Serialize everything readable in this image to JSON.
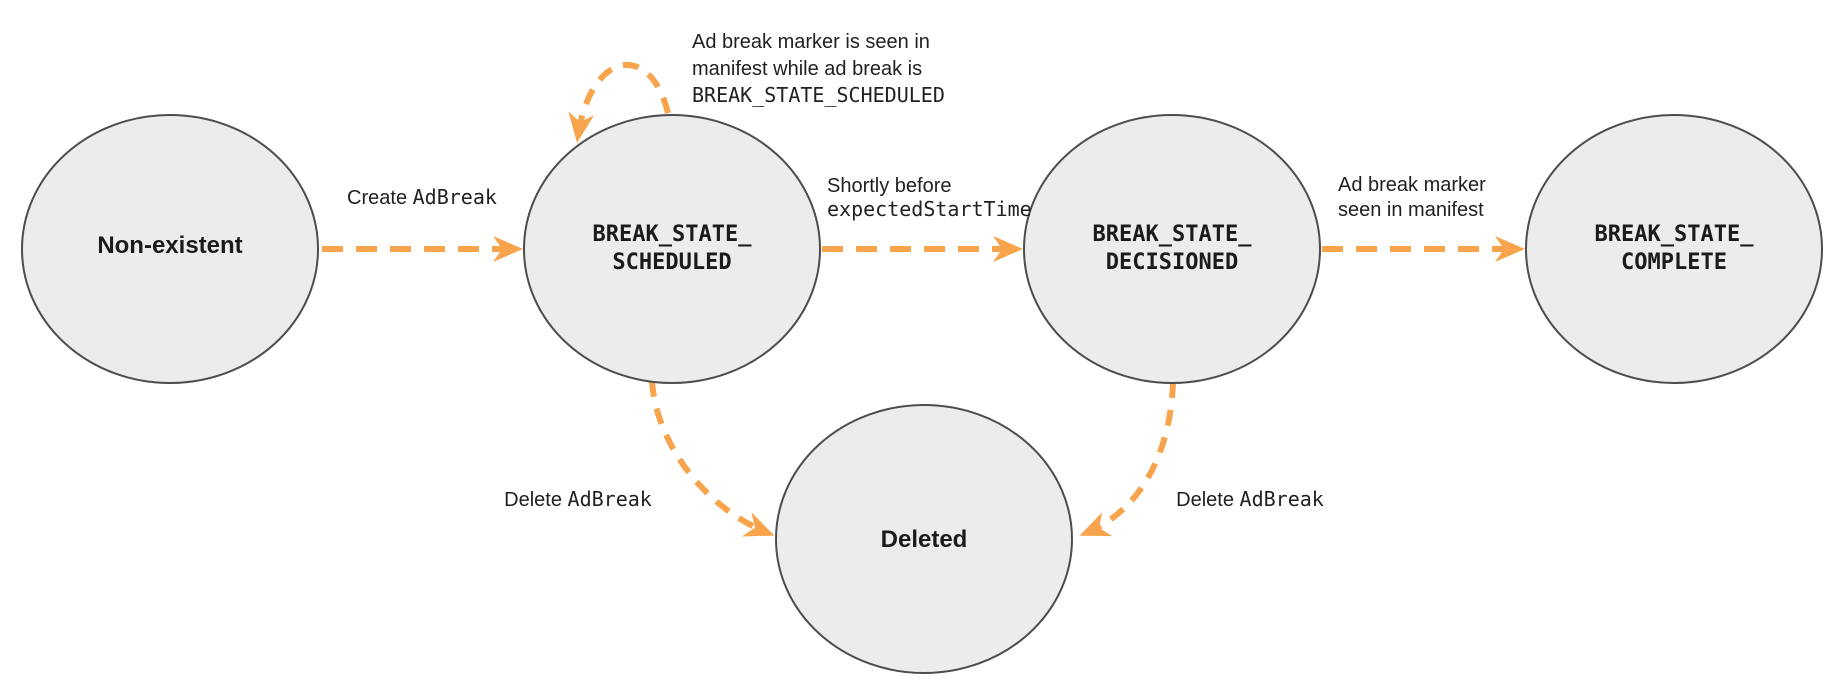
{
  "colors": {
    "arrow": "#F7A44C",
    "state_fill": "#ECECEC",
    "state_stroke": "#4D4D4D",
    "edge_label": "#202124",
    "state_label": "#1B1B1B",
    "background": "#FFFFFF"
  },
  "states": {
    "non_existent": {
      "label": "Non-existent"
    },
    "scheduled": {
      "line1": "BREAK_STATE_",
      "line2": "SCHEDULED"
    },
    "decisioned": {
      "line1": "BREAK_STATE_",
      "line2": "DECISIONED"
    },
    "complete": {
      "line1": "BREAK_STATE_",
      "line2": "COMPLETE"
    },
    "deleted": {
      "label": "Deleted"
    }
  },
  "transitions": {
    "create": {
      "from": "Non-existent",
      "to": "BREAK_STATE_SCHEDULED",
      "prefix": "Create ",
      "code": "AdBreak"
    },
    "marker_seen_while_scheduled": {
      "from": "BREAK_STATE_SCHEDULED",
      "to": "BREAK_STATE_SCHEDULED",
      "line1": "Ad break marker is seen in",
      "line2": "manifest while ad break is",
      "line3_code": "BREAK_STATE_SCHEDULED"
    },
    "shortly_before_start": {
      "from": "BREAK_STATE_SCHEDULED",
      "to": "BREAK_STATE_DECISIONED",
      "line1": "Shortly before",
      "line2_code": "expectedStartTime"
    },
    "marker_seen_in_manifest": {
      "from": "BREAK_STATE_DECISIONED",
      "to": "BREAK_STATE_COMPLETE",
      "line1": "Ad break marker",
      "line2": "seen in manifest"
    },
    "delete_from_scheduled": {
      "from": "BREAK_STATE_SCHEDULED",
      "to": "Deleted",
      "prefix": "Delete ",
      "code": "AdBreak"
    },
    "delete_from_decisioned": {
      "from": "BREAK_STATE_DECISIONED",
      "to": "Deleted",
      "prefix": "Delete ",
      "code": "AdBreak"
    }
  }
}
